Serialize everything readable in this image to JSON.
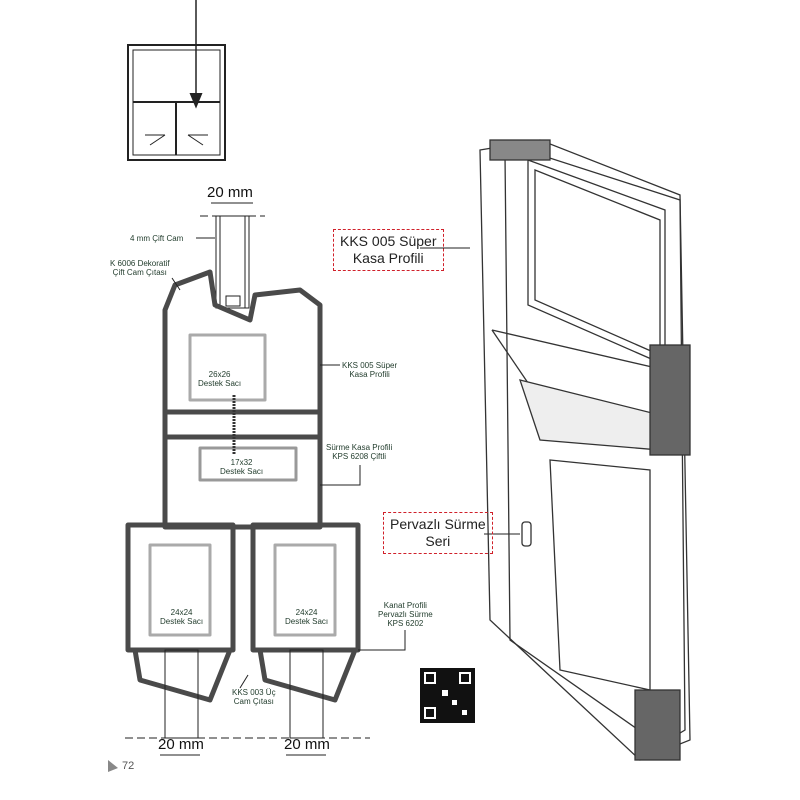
{
  "dimensions": {
    "top": "20 mm",
    "bottom_left": "20 mm",
    "bottom_right": "20 mm"
  },
  "labels": {
    "glass": "4 mm Çift Cam",
    "bead_line1": "K 6006 Dekoratif",
    "bead_line2": "Çift Cam Çıtası",
    "frame_line1": "KKS 005 Süper",
    "frame_line2": "Kasa Profili",
    "steel_top_line1": "26x26",
    "steel_top_line2": "Destek Sacı",
    "steel_mid_line1": "17x32",
    "steel_mid_line2": "Destek Sacı",
    "sliding_line1": "Sürme Kasa Profili",
    "sliding_line2": "KPS 6208 Çiftli",
    "steel_left_line1": "24x24",
    "steel_left_line2": "Destek Sacı",
    "steel_right_line1": "24x24",
    "steel_right_line2": "Destek Sacı",
    "sash_line1": "Kanat Profili",
    "sash_line2": "Pervazlı Sürme",
    "sash_line3": "KPS 6202",
    "triple_bead_line1": "KKS 003 Üç",
    "triple_bead_line2": "Cam Çıtası"
  },
  "callouts": {
    "frame_line1": "KKS 005 Süper",
    "frame_line2": "Kasa Profili",
    "series_line1": "Pervazlı Sürme",
    "series_line2": "Seri"
  },
  "page_number": "72",
  "colors": {
    "profile": "#4a4a4a",
    "callout_border": "#d0202a",
    "label_text": "#1f3a2a"
  }
}
